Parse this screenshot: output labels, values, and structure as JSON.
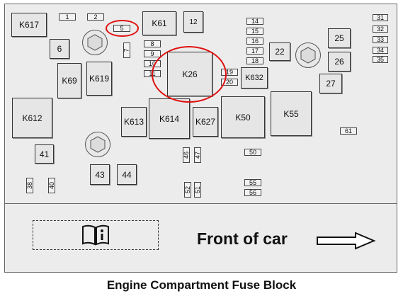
{
  "components": {
    "k617": "K617",
    "f1": "1",
    "f2": "2",
    "f5": "5",
    "k61": "K61",
    "r12": "12",
    "r6": "6",
    "f7": "7",
    "f8": "8",
    "f9": "9",
    "f10": "10",
    "f11": "11",
    "k69": "K69",
    "k619": "K619",
    "k26": "K26",
    "f14": "14",
    "f15": "15",
    "f16": "16",
    "f17": "17",
    "f18": "18",
    "f19": "19",
    "f20": "20",
    "r22": "22",
    "r25": "25",
    "r26": "26",
    "r27": "27",
    "k632": "K632",
    "f31": "31",
    "f32": "32",
    "f33": "33",
    "f34": "34",
    "f35": "35",
    "k612": "K612",
    "k613": "K613",
    "k614": "K614",
    "k627": "K627",
    "k50": "K50",
    "k55": "K55",
    "f61": "61",
    "r41": "41",
    "f46": "46",
    "f47": "47",
    "f50": "50",
    "r43": "43",
    "r44": "44",
    "f38": "38",
    "f40": "40",
    "f52": "52",
    "f51": "51",
    "f55": "55",
    "f56": "56"
  },
  "legend": {
    "direction_label": "Front of car"
  },
  "caption": "Engine Compartment Fuse Block",
  "highlight_color": "#e01010",
  "icons": {
    "manual": "manual-info-icon",
    "arrow": "arrow-right-icon",
    "bolt": "bolt-terminal-icon"
  }
}
